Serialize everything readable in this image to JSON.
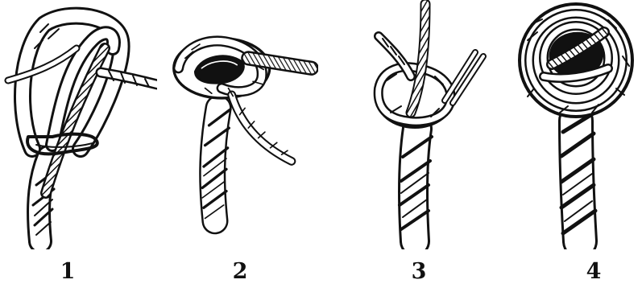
{
  "figures": [
    {
      "label": "1"
    },
    {
      "label": "2"
    },
    {
      "label": "3"
    },
    {
      "label": "4"
    }
  ],
  "colors": {
    "ink": "#111111",
    "rope": "#ffffff"
  }
}
